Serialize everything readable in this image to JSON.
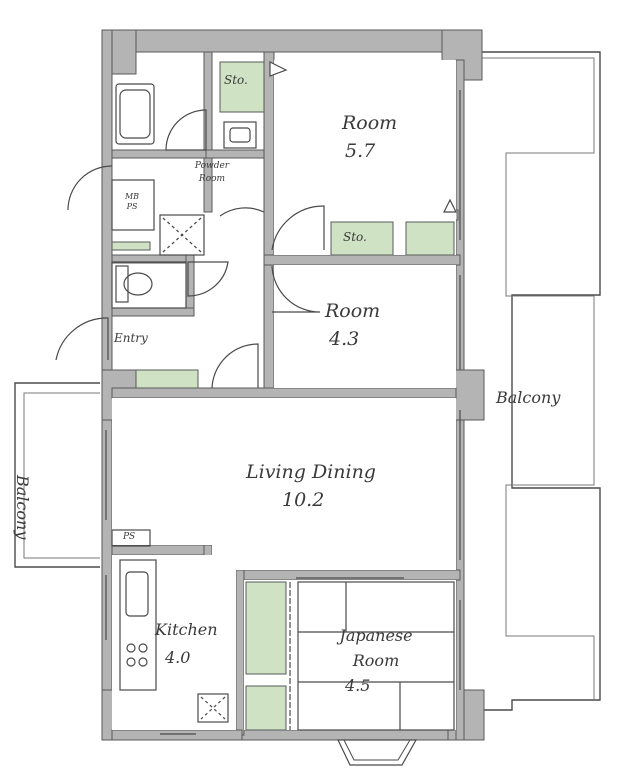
{
  "rooms": {
    "room_upper": {
      "label": "Room",
      "size": "5.7"
    },
    "room_middle": {
      "label": "Room",
      "size": "4.3"
    },
    "living_dining": {
      "label": "Living Dining",
      "size": "10.2"
    },
    "kitchen": {
      "label": "Kitchen",
      "size": "4.0"
    },
    "japanese_room": {
      "label": "Japanese\nRoom",
      "size": "4.5"
    }
  },
  "small_spaces": {
    "storage_top": "Sto.",
    "storage_middle": "Sto.",
    "powder_room": "Powder\nRoom",
    "mb_ps": "MB\nPS",
    "entry": "Entry",
    "ps_kitchen": "PS"
  },
  "balconies": {
    "east": "Balcony",
    "west": "Balcony"
  },
  "colors": {
    "wall": "#b4b4b4",
    "wall_edge": "#5a5a5a",
    "storage_fill": "#cfe2c3",
    "line": "#4a4a4a"
  }
}
